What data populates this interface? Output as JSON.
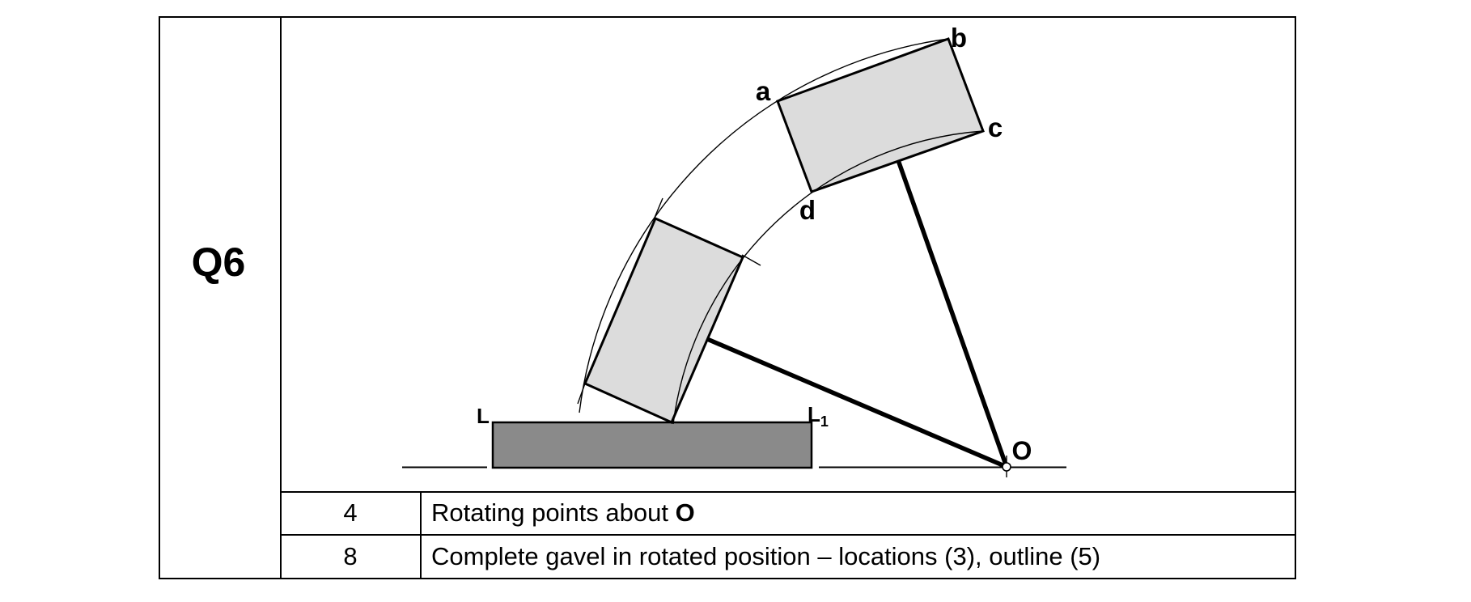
{
  "question": {
    "label": "Q6"
  },
  "marks_table": {
    "rows": [
      {
        "marks": "4",
        "description": "Rotating points about ",
        "description_bold": "O"
      },
      {
        "marks": "8",
        "description": "Complete gavel in rotated position – locations (3), outline (5)",
        "description_bold": ""
      }
    ]
  },
  "diagram": {
    "point_labels": {
      "a": "a",
      "b": "b",
      "c": "c",
      "d": "d",
      "pivot": "O"
    },
    "block_labels": {
      "left": "L",
      "right_base": "L",
      "right_sub": "1"
    },
    "colors": {
      "gavel_head_fill": "#dcdcdc",
      "base_block_fill": "#8a8a8a",
      "line_color": "#000000"
    }
  }
}
